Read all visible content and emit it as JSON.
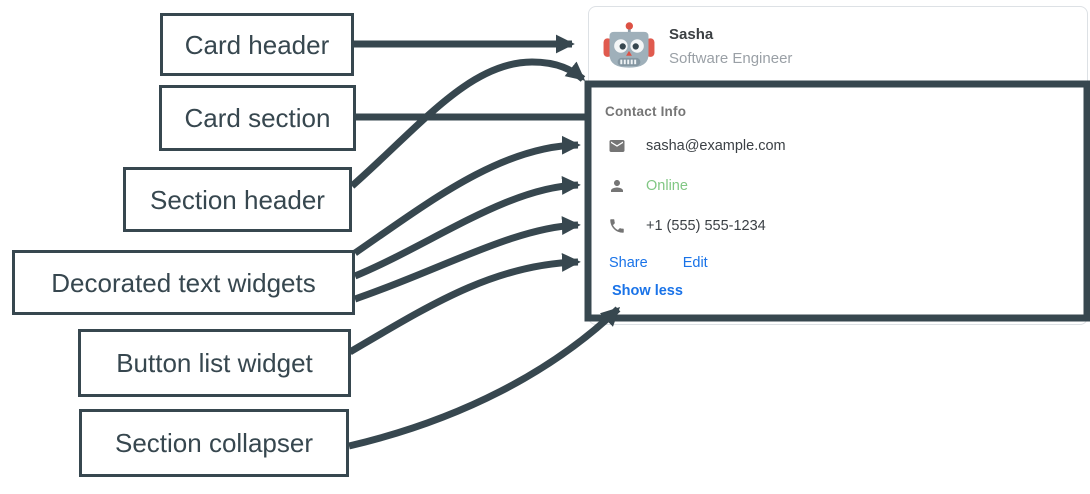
{
  "diagram": {
    "labels": [
      {
        "text": "Card header"
      },
      {
        "text": "Card section"
      },
      {
        "text": "Section header"
      },
      {
        "text": "Decorated text widgets"
      },
      {
        "text": "Button list widget"
      },
      {
        "text": "Section collapser"
      }
    ]
  },
  "card": {
    "header": {
      "name": "Sasha",
      "role": "Software Engineer",
      "avatar": "robot-avatar-icon"
    },
    "section": {
      "title": "Contact Info",
      "rows": [
        {
          "icon": "email-icon",
          "text": "sasha@example.com"
        },
        {
          "icon": "person-icon",
          "text": "Online"
        },
        {
          "icon": "phone-icon",
          "text": "+1 (555) 555-1234"
        }
      ],
      "buttons": [
        {
          "label": "Share"
        },
        {
          "label": "Edit"
        }
      ],
      "collapser_label": "Show less"
    }
  },
  "colors": {
    "annotation_dark": "#37474f",
    "link_blue": "#1a73e8",
    "online_green": "#81c784",
    "muted_gray": "#757575"
  }
}
